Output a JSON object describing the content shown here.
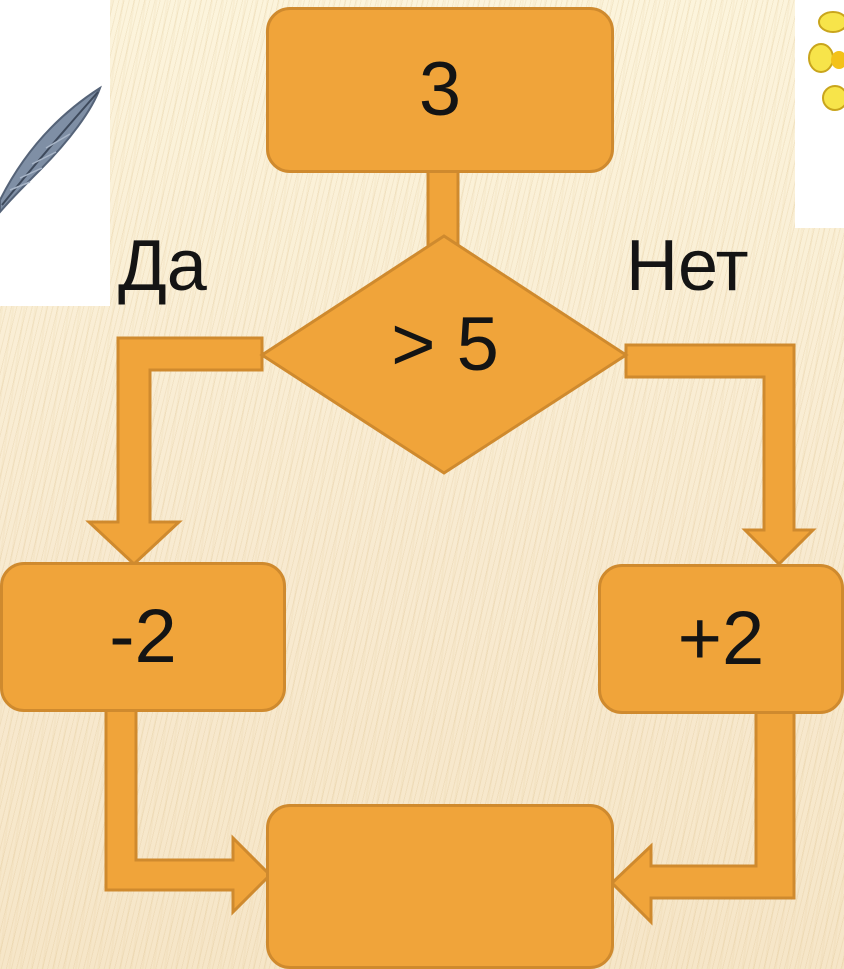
{
  "flowchart": {
    "start_value": "3",
    "condition": "> 5",
    "yes_label": "Да",
    "no_label": "Нет",
    "yes_action": "-2",
    "no_action": "+2",
    "result": ""
  },
  "decorations": {
    "left_image": "feather-quill-icon",
    "right_image": "yellow-flower-icon"
  },
  "colors": {
    "shape_fill": "#f0a43a",
    "shape_stroke": "#cf8a2e",
    "text": "#141414",
    "background": "#fbf1d4"
  }
}
